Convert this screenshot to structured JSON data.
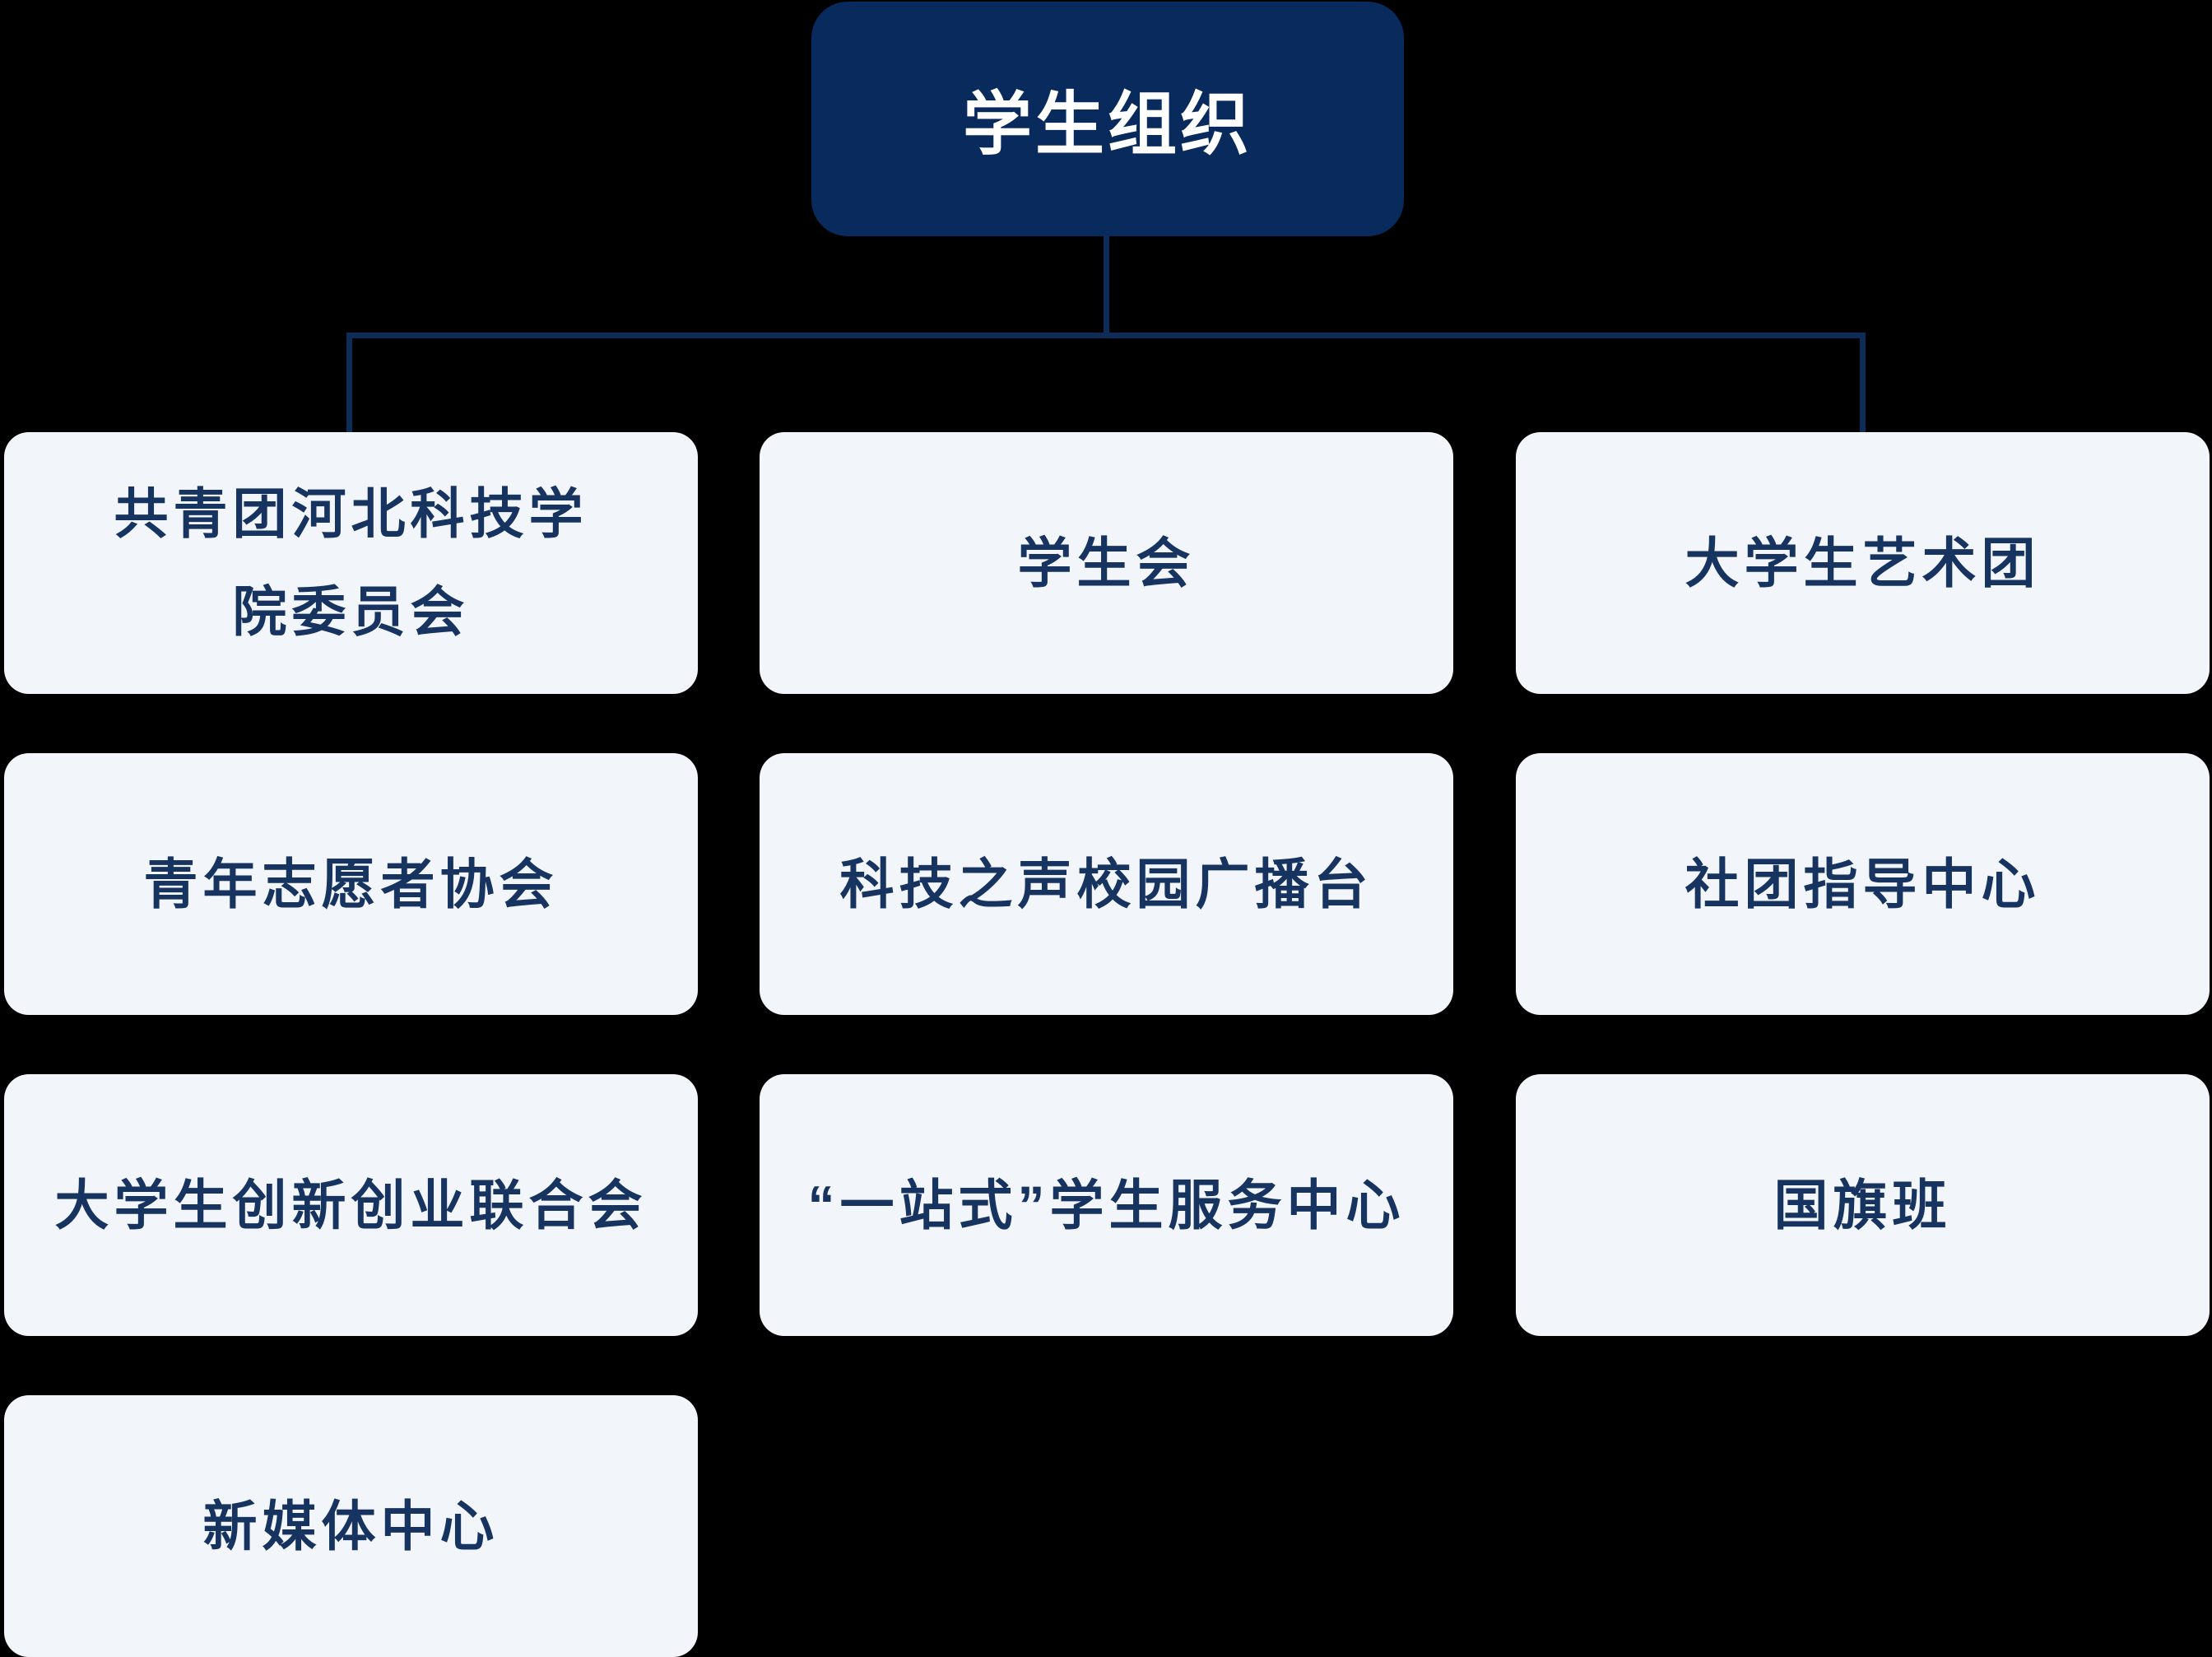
{
  "colors": {
    "background": "#000000",
    "root_box_bg": "#092a5c",
    "root_box_text": "#ffffff",
    "connector": "#0d2c58",
    "card_bg": "#f2f5f9",
    "card_text": "#17335f"
  },
  "root": {
    "label": "学生组织"
  },
  "cells": [
    {
      "label": "共青团河北科技学\n院委员会"
    },
    {
      "label": "学生会"
    },
    {
      "label": "大学生艺术团"
    },
    {
      "label": "青年志愿者协会"
    },
    {
      "label": "科技之声校园广播台"
    },
    {
      "label": "社团指导中心"
    },
    {
      "label": "大学生创新创业联合会"
    },
    {
      "label": "“一站式”学生服务中心"
    },
    {
      "label": "国旗班"
    },
    {
      "label": "新媒体中心"
    }
  ]
}
